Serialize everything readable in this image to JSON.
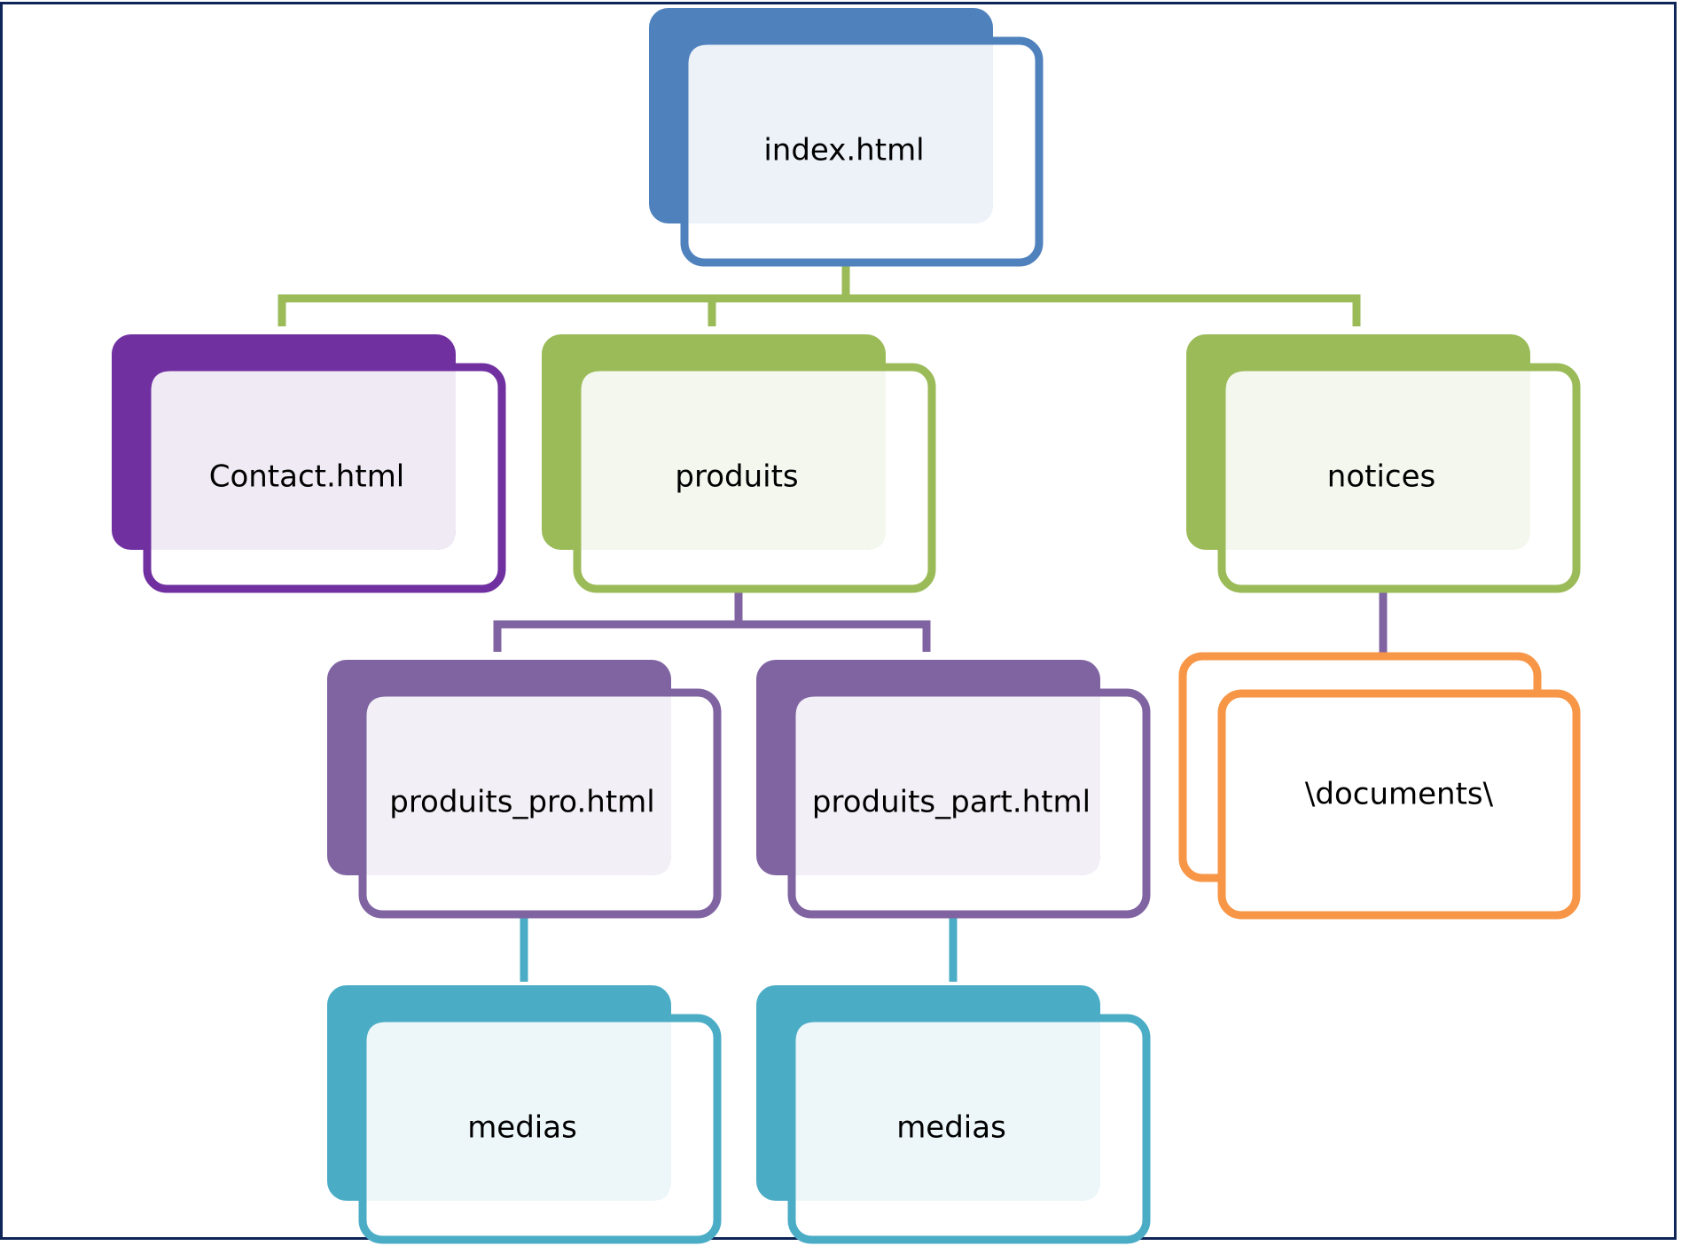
{
  "diagram": {
    "title": "",
    "frame_color": "#0f2557",
    "colors": {
      "blue": "#4f81bd",
      "blue_tint": "#edf2f9",
      "violet": "#7030a0",
      "violet_tint": "#f0eaf5",
      "green": "#9bbb59",
      "green_tint": "#f4f7ee",
      "purple": "#8064a2",
      "purple_tint": "#f2f0f6",
      "teal": "#4bacc6",
      "teal_tint": "#edf6f9",
      "orange": "#f79646",
      "orange_tint": "#ffffff"
    },
    "nodes": [
      {
        "id": "index",
        "label": "index.html",
        "color": "blue",
        "style": "filled",
        "parent": null
      },
      {
        "id": "contact",
        "label": "Contact.html",
        "color": "violet",
        "style": "filled",
        "parent": "index"
      },
      {
        "id": "produits",
        "label": "produits",
        "color": "green",
        "style": "filled",
        "parent": "index"
      },
      {
        "id": "notices",
        "label": "notices",
        "color": "green",
        "style": "filled",
        "parent": "index"
      },
      {
        "id": "produits_pro",
        "label": "produits_pro.html",
        "color": "purple",
        "style": "filled",
        "parent": "produits"
      },
      {
        "id": "produits_part",
        "label": "produits_part.html",
        "color": "purple",
        "style": "filled",
        "parent": "produits"
      },
      {
        "id": "documents",
        "label": "\\documents\\",
        "color": "orange",
        "style": "outline",
        "parent": "notices"
      },
      {
        "id": "medias_pro",
        "label": "medias",
        "color": "teal",
        "style": "filled",
        "parent": "produits_pro"
      },
      {
        "id": "medias_part",
        "label": "medias",
        "color": "teal",
        "style": "filled",
        "parent": "produits_part"
      }
    ],
    "connectors": [
      {
        "from": "index",
        "to": [
          "contact",
          "produits",
          "notices"
        ],
        "color": "green"
      },
      {
        "from": "produits",
        "to": [
          "produits_pro",
          "produits_part"
        ],
        "color": "purple"
      },
      {
        "from": "notices",
        "to": [
          "documents"
        ],
        "color": "purple"
      },
      {
        "from": "produits_pro",
        "to": [
          "medias_pro"
        ],
        "color": "teal"
      },
      {
        "from": "produits_part",
        "to": [
          "medias_part"
        ],
        "color": "teal"
      }
    ]
  }
}
